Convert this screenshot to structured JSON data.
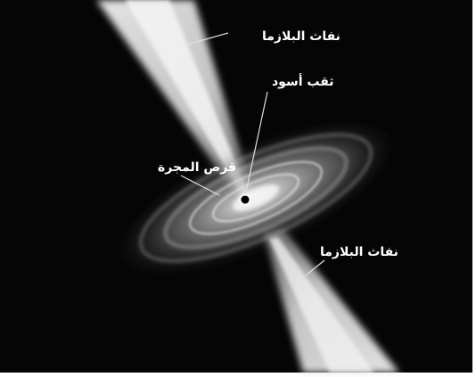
{
  "diagram": {
    "labels": {
      "jet_top": "نفاث البلازما",
      "black_hole": "ثقب أسود",
      "accretion_disk": "قرص المجرة",
      "jet_bottom": "نفاث البلازما"
    },
    "colors": {
      "background": "#050505",
      "frame": "#ffffff",
      "label_text": "#ffffff",
      "jet": "#dcdcdc",
      "disk": "#cfcfcf",
      "black_hole": "#000000",
      "leader_line": "#e0e0e0"
    }
  }
}
